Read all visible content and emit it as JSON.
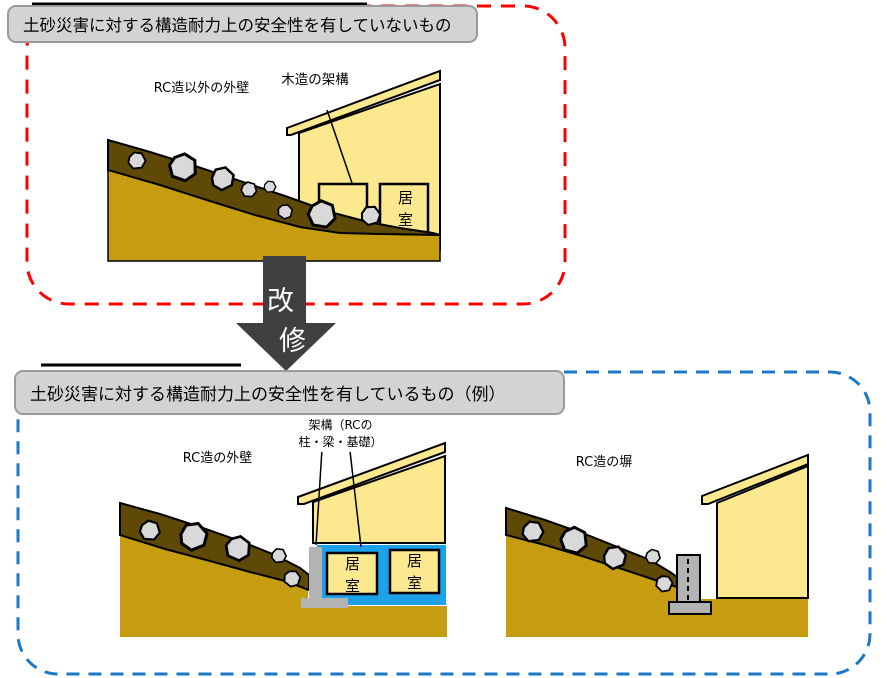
{
  "colors": {
    "red_border": "#ff0000",
    "blue_border": "#1c79c8",
    "title_bg": "#d3d3d3",
    "ground": "#c69c10",
    "debris": "#5e4a06",
    "rock": "#d9d9d9",
    "house": "#fce98f",
    "rc_frame_blue": "#1ba0e9",
    "concrete_gray": "#b3b3b3",
    "arrow_gray": "#404040",
    "line_black": "#000000"
  },
  "top_section": {
    "title": "土砂災害に対する構造耐力上の安全性を有していないもの",
    "outer_wall_label": "RC造以外の外壁",
    "wood_frame_label": "木造の架構",
    "room_label": "居室"
  },
  "arrow": {
    "char1": "改",
    "char2": "修"
  },
  "bottom_section": {
    "title": "土砂災害に対する構造耐力上の安全性を有しているもの（例）",
    "left_example": {
      "outer_wall_label": "RC造の外壁",
      "frame_label_line1": "架構（RCの",
      "frame_label_line2": "柱・梁・基礎）",
      "room1_label": "居室",
      "room2_label": "居室"
    },
    "right_example": {
      "fence_label": "RC造の塀"
    }
  }
}
